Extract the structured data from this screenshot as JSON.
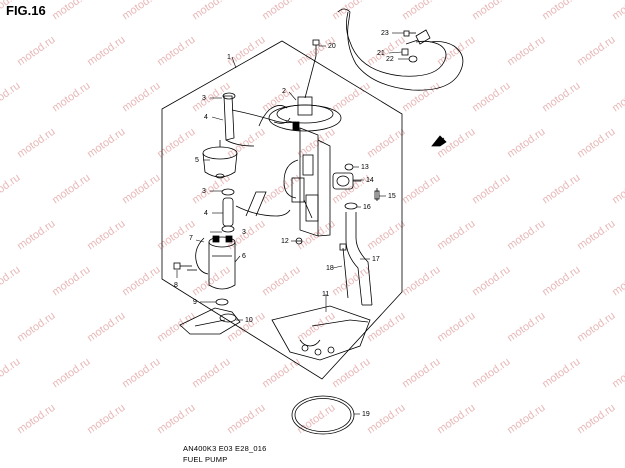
{
  "figure": {
    "title": "FIG.16"
  },
  "footer": {
    "code": "AN400K3 E03 E28_016",
    "name": "FUEL PUMP"
  },
  "watermark": {
    "text": "motod.ru",
    "color": "#e8b8b8"
  },
  "callouts": [
    {
      "id": "c1",
      "label": "1"
    },
    {
      "id": "c2",
      "label": "2"
    },
    {
      "id": "c3a",
      "label": "3"
    },
    {
      "id": "c4a",
      "label": "4"
    },
    {
      "id": "c5",
      "label": "5"
    },
    {
      "id": "c3b",
      "label": "3"
    },
    {
      "id": "c4b",
      "label": "4"
    },
    {
      "id": "c3c",
      "label": "3"
    },
    {
      "id": "c7",
      "label": "7"
    },
    {
      "id": "c6",
      "label": "6"
    },
    {
      "id": "c8",
      "label": "8"
    },
    {
      "id": "c9",
      "label": "9"
    },
    {
      "id": "c10",
      "label": "10"
    },
    {
      "id": "c11",
      "label": "11"
    },
    {
      "id": "c12",
      "label": "12"
    },
    {
      "id": "c13",
      "label": "13"
    },
    {
      "id": "c14",
      "label": "14"
    },
    {
      "id": "c15",
      "label": "15"
    },
    {
      "id": "c16",
      "label": "16"
    },
    {
      "id": "c17",
      "label": "17"
    },
    {
      "id": "c18",
      "label": "18"
    },
    {
      "id": "c19",
      "label": "19"
    },
    {
      "id": "c20",
      "label": "20"
    },
    {
      "id": "c21",
      "label": "21"
    },
    {
      "id": "c22",
      "label": "22"
    },
    {
      "id": "c23",
      "label": "23"
    }
  ]
}
